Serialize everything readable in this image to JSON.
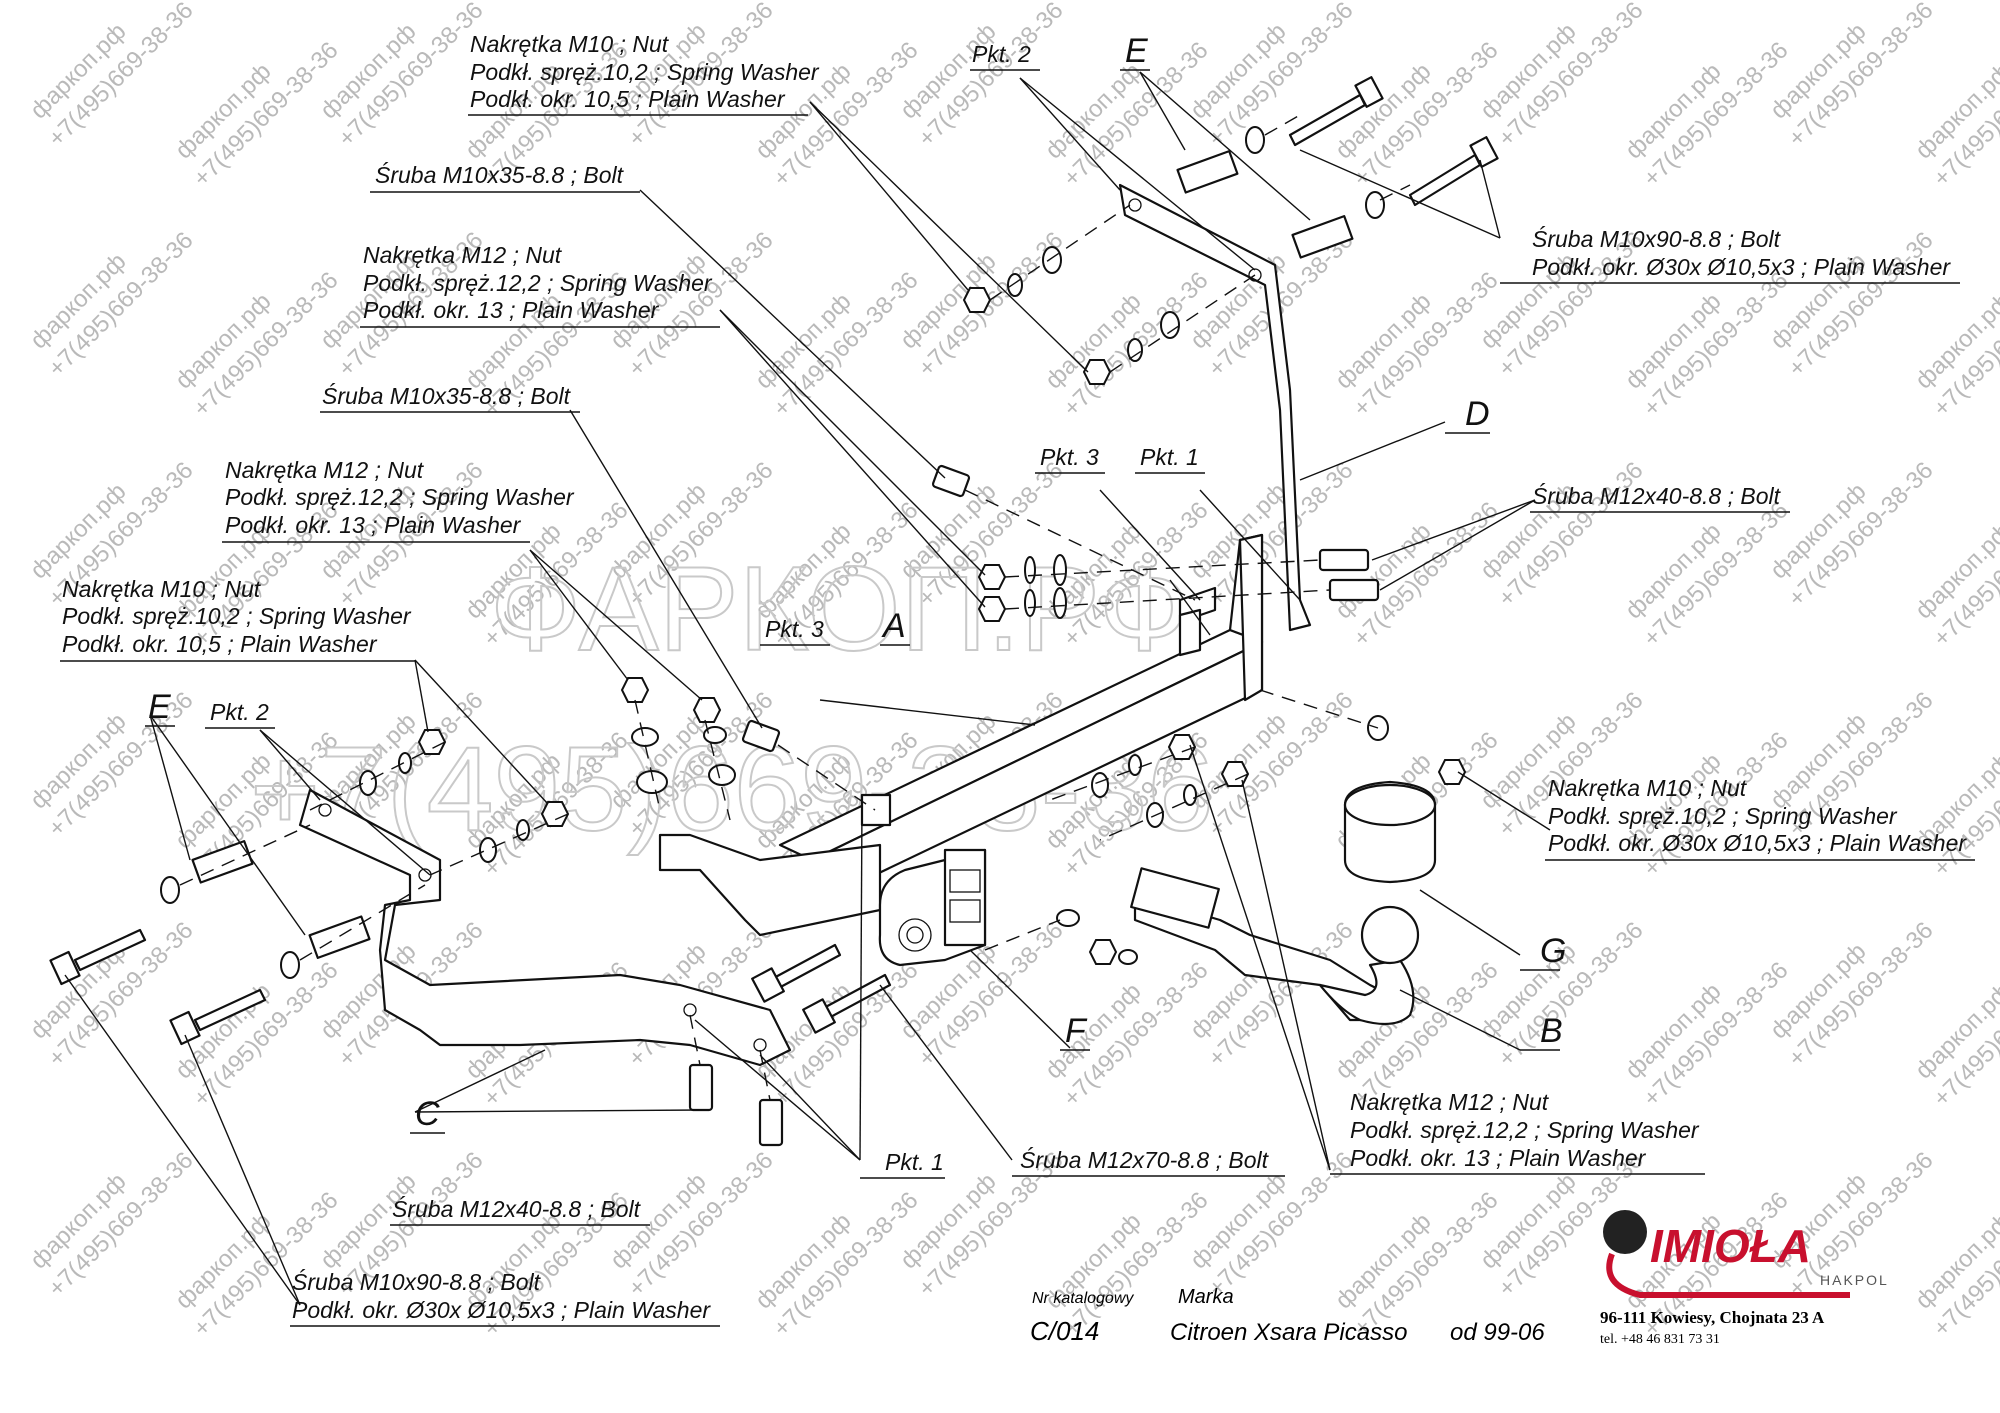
{
  "watermarks": {
    "site": "фаркоп.рф",
    "phone": "+7(495)669-38-36",
    "big_site": "ФАРКОП.РФ",
    "big_phone": "+7(495)669-38-36"
  },
  "callouts": {
    "nut_m10_top": {
      "l1": "Nakrętka  M10 ; Nut",
      "l2": "Podkł. spręż.10,2 ; Spring Washer",
      "l3": "Podkł. okr. 10,5 ; Plain Washer"
    },
    "bolt_m10x35_top": "Śruba M10x35-8.8 ;  Bolt",
    "nut_m12_top": {
      "l1": "Nakrętka  M12 ; Nut",
      "l2": "Podkł. spręż.12,2 ; Spring Washer",
      "l3": "Podkł. okr. 13 ; Plain Washer"
    },
    "bolt_m10x35_mid": "Śruba M10x35-8.8 ;  Bolt",
    "nut_m12_mid": {
      "l1": "Nakrętka  M12 ; Nut",
      "l2": "Podkł. spręż.12,2 ; Spring Washer",
      "l3": "Podkł. okr. 13 ; Plain Washer"
    },
    "nut_m10_left": {
      "l1": "Nakrętka  M10 ; Nut",
      "l2": "Podkł. spręż.10,2 ; Spring Washer",
      "l3": "Podkł. okr. 10,5 ; Plain Washer"
    },
    "bolt_m10x90_right": {
      "l1": "Śruba M10x90-8.8 ;  Bolt",
      "l2": "Podkł. okr. Ø30x Ø10,5x3 ; Plain Washer"
    },
    "bolt_m12x40_right": "Śruba M12x40-8.8 ;  Bolt",
    "nut_m10_right": {
      "l1": "Nakrętka  M10 ; Nut",
      "l2": "Podkł. spręż.10,2 ; Spring Washer",
      "l3": "Podkł. okr. Ø30x Ø10,5x3 ; Plain Washer"
    },
    "nut_m12_bottom": {
      "l1": "Nakrętka  M12 ; Nut",
      "l2": "Podkł. spręż.12,2 ; Spring Washer",
      "l3": "Podkł. okr. 13 ; Plain Washer"
    },
    "bolt_m12x70": "Śruba M12x70-8.8 ;  Bolt",
    "bolt_m12x40_bottom": "Śruba M12x40-8.8 ;  Bolt",
    "bolt_m10x90_left": {
      "l1": "Śruba M10x90-8.8 ;  Bolt",
      "l2": "Podkł. okr. Ø30x Ø10,5x3 ; Plain Washer"
    }
  },
  "points": {
    "pkt2_top": "Pkt. 2",
    "pkt3_top": "Pkt. 3",
    "pkt1_top": "Pkt. 1",
    "pkt3_mid": "Pkt. 3",
    "pkt2_left": "Pkt. 2",
    "pkt1_bottom": "Pkt. 1"
  },
  "parts": {
    "A": "A",
    "B": "B",
    "C": "C",
    "D": "D",
    "E_top": "E",
    "E_left": "E",
    "F": "F",
    "G": "G"
  },
  "title_block": {
    "catalog_label": "Nr katalogowy",
    "catalog_no": "C/014",
    "make_label": "Marka",
    "make": "Citroen Xsara Picasso",
    "year": "od  99-06"
  },
  "manufacturer": {
    "brand": "IMIOŁA",
    "sub": "HAKPOL",
    "address": "96-111 Kowiesy, Chojnata 23 A",
    "phone": "tel. +48 46 831 73 31"
  }
}
